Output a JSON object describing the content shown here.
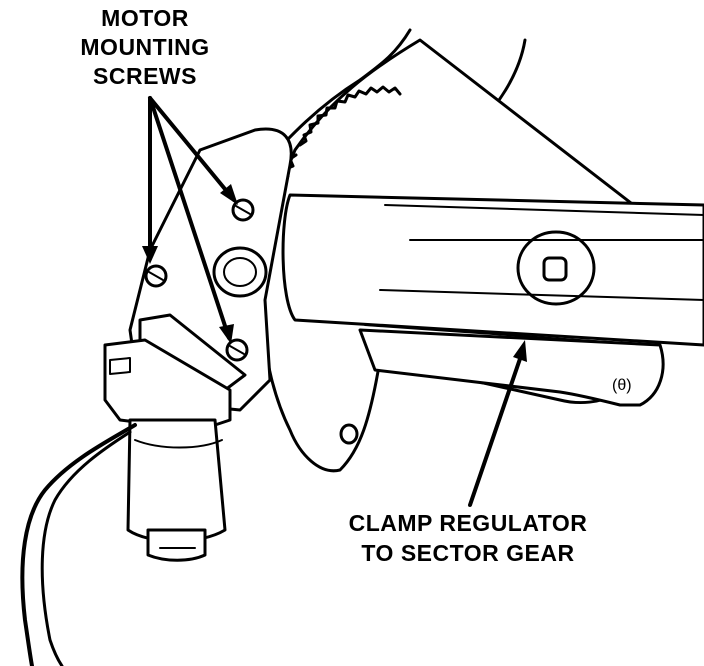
{
  "labels": {
    "motor_mounting_screws": [
      "MOTOR",
      "MOUNTING",
      "SCREWS"
    ],
    "clamp_regulator": [
      "CLAMP REGULATOR",
      "TO SECTOR GEAR"
    ],
    "figure_code": "(θ)"
  },
  "colors": {
    "ink": "#000000",
    "paper": "#ffffff"
  }
}
